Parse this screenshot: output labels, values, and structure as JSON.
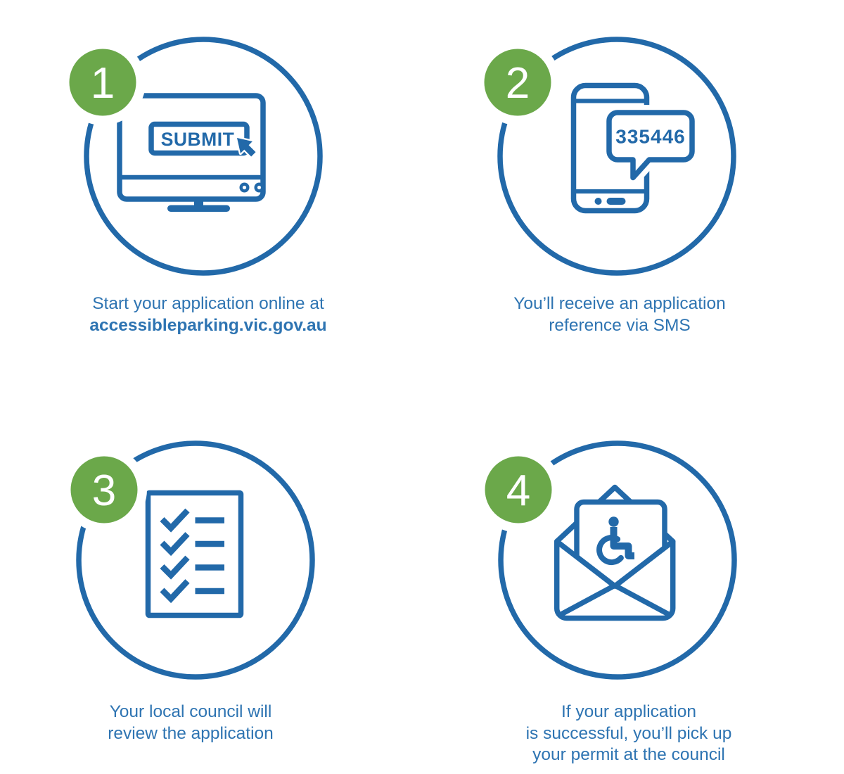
{
  "colors": {
    "icon_blue": "#2269A9",
    "text_blue": "#2E74B2",
    "badge_green": "#6BA84A",
    "background": "#FFFFFF"
  },
  "steps": [
    {
      "number": "1",
      "icon": "monitor-submit-icon",
      "button_label": "SUBMIT",
      "caption_lines": [
        "Start your application online at",
        "accessibleparking.vic.gov.au"
      ]
    },
    {
      "number": "2",
      "icon": "phone-sms-icon",
      "sms_reference": "335446",
      "caption_lines": [
        "You’ll receive an application",
        "reference via SMS"
      ]
    },
    {
      "number": "3",
      "icon": "checklist-icon",
      "caption_lines": [
        "Your local council will",
        "review the application"
      ]
    },
    {
      "number": "4",
      "icon": "envelope-permit-icon",
      "caption_lines": [
        "If your application",
        "is successful, you’ll pick up",
        "your permit at the council"
      ]
    }
  ]
}
